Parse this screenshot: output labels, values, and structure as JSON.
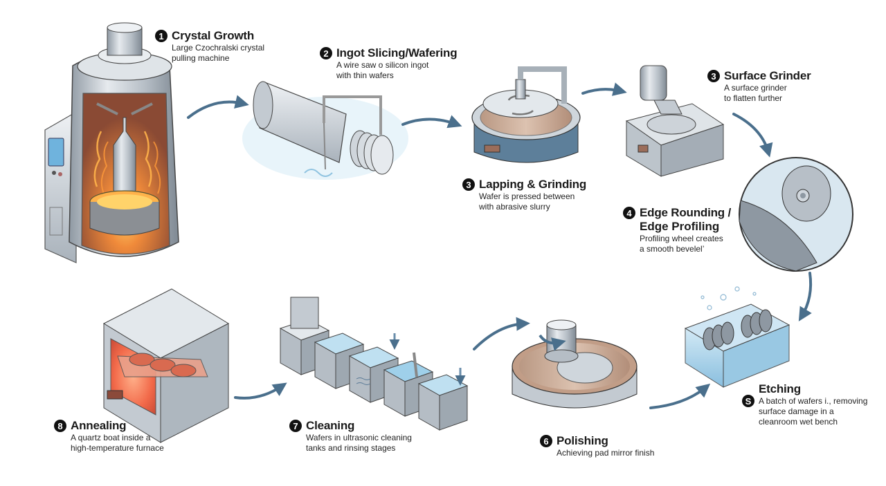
{
  "diagram": {
    "type": "process-flow",
    "subject": "Silicon wafer manufacturing",
    "steps": [
      {
        "badge": "1",
        "title": "Crystal Growth",
        "desc_lines": [
          "Large Czochralski crystal",
          "pulling machine"
        ]
      },
      {
        "badge": "2",
        "title": "Ingot Slicing/Wafering",
        "desc_lines": [
          "A wire saw ο silicon ingot",
          "with thin wafers"
        ]
      },
      {
        "badge": "3",
        "title": "Lapping & Grinding",
        "desc_lines": [
          "Wafer is pressed between",
          "with abrasive slurry"
        ]
      },
      {
        "badge": "3",
        "title": "Surface Grinder",
        "desc_lines": [
          "A surface grinder",
          "to flatten further"
        ]
      },
      {
        "badge": "4",
        "title_lines": [
          "Edge Rounding /",
          "Edge Profiling"
        ],
        "desc_lines": [
          "Profiling wheel creates",
          "a smooth bevelel’"
        ]
      },
      {
        "badge": "S",
        "title": "Etching",
        "desc_lines": [
          "A batch of wafers i., removing",
          "surface damage in a",
          "cleanroom wet bench"
        ]
      },
      {
        "badge": "6",
        "title": "Polishing",
        "desc_lines": [
          "Achieving pad mirror finish"
        ]
      },
      {
        "badge": "7",
        "title": "Cleaning",
        "desc_lines": [
          "Wafers in ultrasonic cleaning",
          "tanks and rinsing stages"
        ]
      },
      {
        "badge": "8",
        "title": "Annealing",
        "desc_lines": [
          "A quartz boat inside a",
          "high-temperature furnace"
        ]
      }
    ],
    "colors": {
      "arrow": "#4a6f8c",
      "metal": "#b8c0c8",
      "metal_dark": "#7d8791",
      "heat": "#f07a3a",
      "glow": "#ffb24a",
      "water": "#9fd0ea",
      "slurry": "#c9a58c",
      "text": "#1a1a1a"
    }
  }
}
